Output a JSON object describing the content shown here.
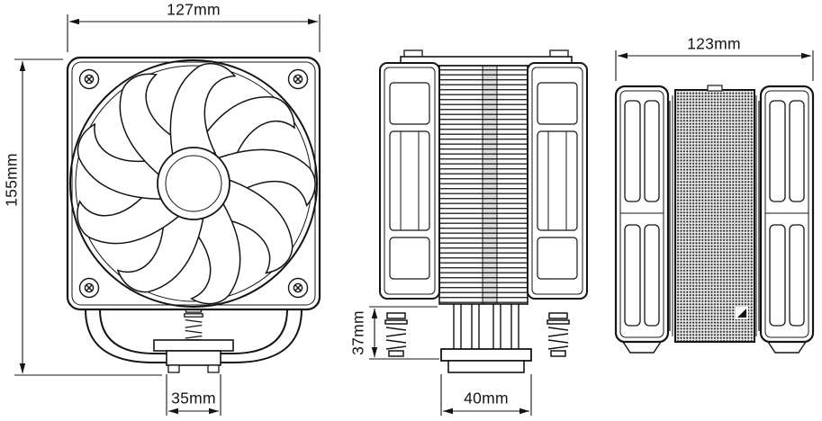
{
  "drawing": {
    "background": "#ffffff",
    "line_color": "#141414",
    "views": {
      "front": {
        "width_label": "127mm",
        "height_label": "155mm",
        "mount_width_label": "35mm"
      },
      "side": {
        "base_height_label": "37mm",
        "base_width_label": "40mm"
      },
      "profile": {
        "width_label": "123mm"
      }
    }
  }
}
